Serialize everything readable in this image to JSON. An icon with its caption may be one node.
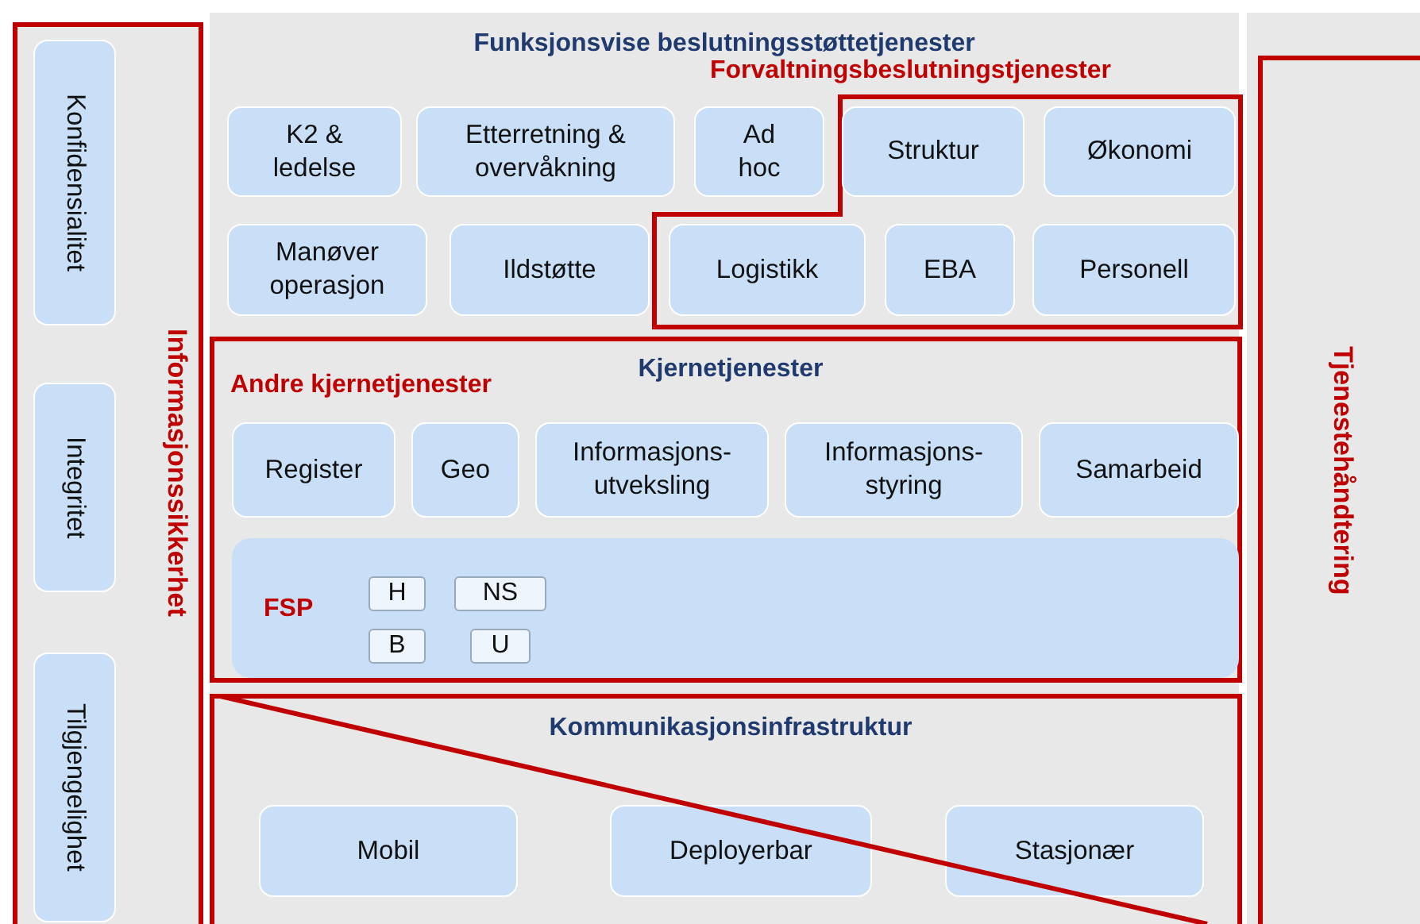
{
  "diagram": {
    "nodes": [
      {
        "text": [
          "Informasjonssikkerhet"
        ]
      },
      {
        "text": [
          "Konfidensialitet"
        ],
        "in": 0
      },
      {
        "text": [
          "Integritet"
        ],
        "in": 0
      },
      {
        "text": [
          "Tilgjengelighet"
        ],
        "in": 0
      },
      {
        "text": [
          "Funksjonsvise beslutningsstøttetjenester"
        ]
      },
      {
        "text": [
          "K2 & ledelse"
        ],
        "in": 4
      },
      {
        "text": [
          "Etterretning & overvåkning"
        ],
        "in": 4
      },
      {
        "text": [
          "Ad hoc"
        ],
        "in": 4
      },
      {
        "text": [
          "Forvaltningsbeslutningstjenester"
        ],
        "in": 4
      },
      {
        "text": [
          "Struktur"
        ],
        "in": 8
      },
      {
        "text": [
          "Økonomi"
        ],
        "in": 8
      },
      {
        "text": [
          "Manøver operasjon"
        ],
        "in": 4
      },
      {
        "text": [
          "Ildstøtte"
        ],
        "in": 4
      },
      {
        "text": [
          "Logistikk"
        ],
        "in": 8
      },
      {
        "text": [
          "EBA"
        ],
        "in": 8
      },
      {
        "text": [
          "Personell"
        ],
        "in": 8
      },
      {
        "text": [
          "Kjernetjenester",
          "Andre kjernetjenester"
        ],
        "in": 4
      },
      {
        "text": [
          "Register"
        ],
        "in": 16
      },
      {
        "text": [
          "Geo"
        ],
        "in": 16
      },
      {
        "text": [
          "Informasjons-utveksling"
        ],
        "in": 16
      },
      {
        "text": [
          "Informasjons-styring"
        ],
        "in": 16
      },
      {
        "text": [
          "Samarbeid"
        ],
        "in": 16
      },
      {
        "text": [
          "FSP"
        ],
        "in": 16
      },
      {
        "text": [
          "H"
        ],
        "in": 22
      },
      {
        "text": [
          "NS"
        ],
        "in": 22
      },
      {
        "text": [
          "B"
        ],
        "in": 22
      },
      {
        "text": [
          "U"
        ],
        "in": 22
      },
      {
        "text": [
          "Kommunikasjonsinfrastruktur"
        ],
        "in": 4
      },
      {
        "text": [
          "Mobil"
        ],
        "in": 27
      },
      {
        "text": [
          "Deployerbar"
        ],
        "in": 27
      },
      {
        "text": [
          "Stasjonær"
        ],
        "in": 27
      },
      {
        "text": [
          "Tjenestehåndtering"
        ]
      }
    ],
    "edges": []
  }
}
